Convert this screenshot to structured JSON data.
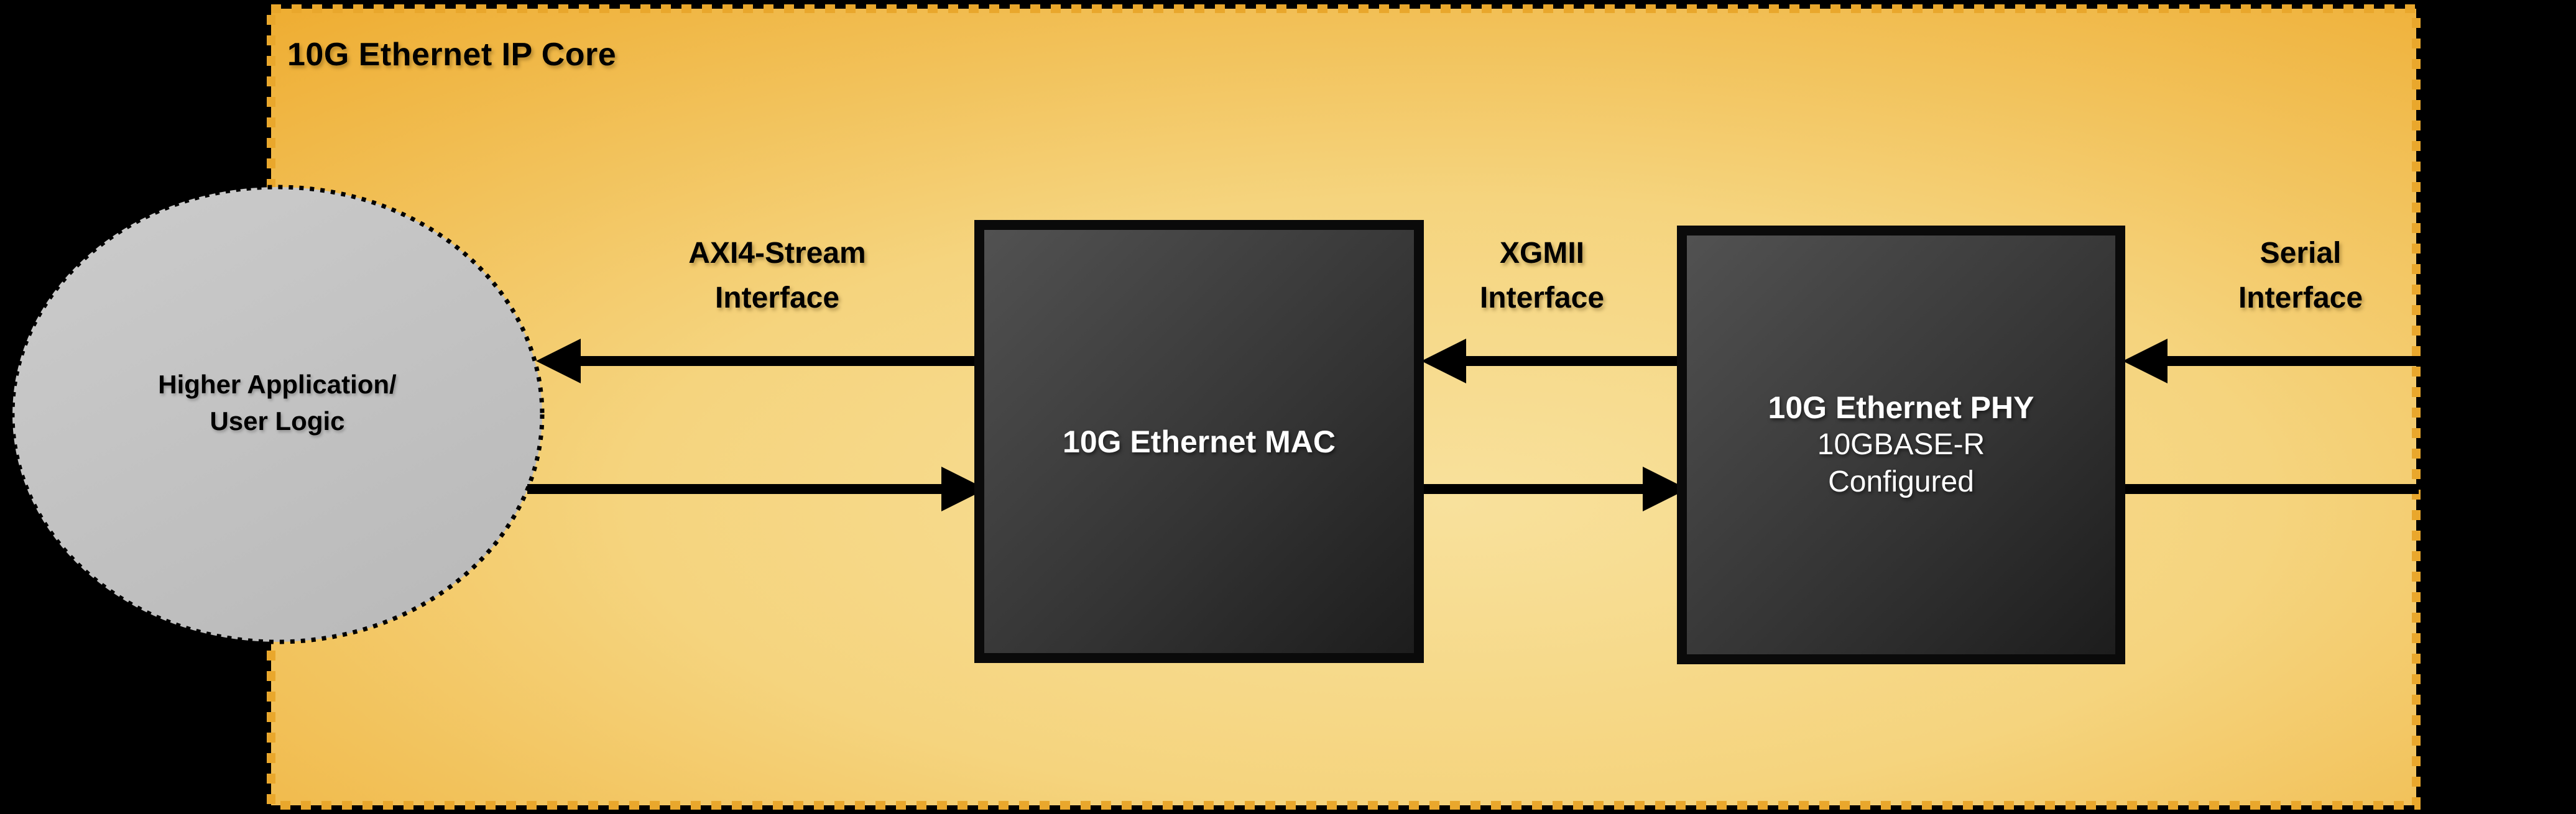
{
  "diagram": {
    "title": "10G Ethernet IP Core",
    "user_logic": {
      "line1": "Higher Application/",
      "line2": "User Logic"
    },
    "blocks": {
      "mac": {
        "label": "10G Ethernet MAC"
      },
      "phy": {
        "line1": "10G Ethernet PHY",
        "line2": "10GBASE-R",
        "line3": "Configured"
      }
    },
    "interfaces": {
      "axi4_stream": {
        "line1": "AXI4-Stream",
        "line2": "Interface"
      },
      "xgmii": {
        "line1": "XGMII",
        "line2": "Interface"
      },
      "serial": {
        "line1": "Serial",
        "line2": "Interface"
      }
    },
    "colors": {
      "page_background": "#000000",
      "core_border_dash": "#E9A72C",
      "core_fill_light": "#F8E19C",
      "core_fill_mid": "#F5D47E",
      "core_fill_dark": "#EEAB2E",
      "ellipse_fill": "#C4C4C4",
      "ellipse_border": "#000000",
      "block_fill_light": "#4F4F4F",
      "block_fill_dark": "#1D1D1D",
      "block_border": "#0A0A0A",
      "arrow": "#000000",
      "text_dark": "#000000",
      "text_light": "#FFFFFF"
    }
  }
}
